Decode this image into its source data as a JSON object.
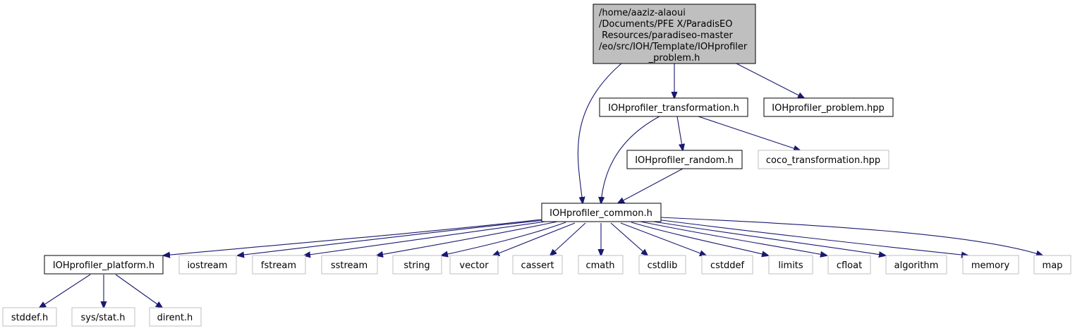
{
  "colors": {
    "edge": "#191970",
    "root_fill": "#bfbfbf",
    "node_border": "#000000",
    "external_border": "#bfbfbf",
    "text": "#000000"
  },
  "root": {
    "lines": [
      "/home/aaziz-alaoui",
      "/Documents/PFE X/ParadisEO",
      " Resources/paradiseo-master",
      "/eo/src/IOH/Template/IOHprofiler",
      "_problem.h"
    ]
  },
  "nodes": {
    "transformation_h": "IOHprofiler_transformation.h",
    "problem_hpp": "IOHprofiler_problem.hpp",
    "random_h": "IOHprofiler_random.h",
    "coco_transformation_hpp": "coco_transformation.hpp",
    "common_h": "IOHprofiler_common.h",
    "platform_h": "IOHprofiler_platform.h",
    "iostream": "iostream",
    "fstream": "fstream",
    "sstream": "sstream",
    "string": "string",
    "vector": "vector",
    "cassert": "cassert",
    "cmath": "cmath",
    "cstdlib": "cstdlib",
    "cstddef": "cstddef",
    "limits": "limits",
    "cfloat": "cfloat",
    "algorithm": "algorithm",
    "memory": "memory",
    "map": "map",
    "stddef_h": "stddef.h",
    "sys_stat_h": "sys/stat.h",
    "dirent_h": "dirent.h"
  }
}
